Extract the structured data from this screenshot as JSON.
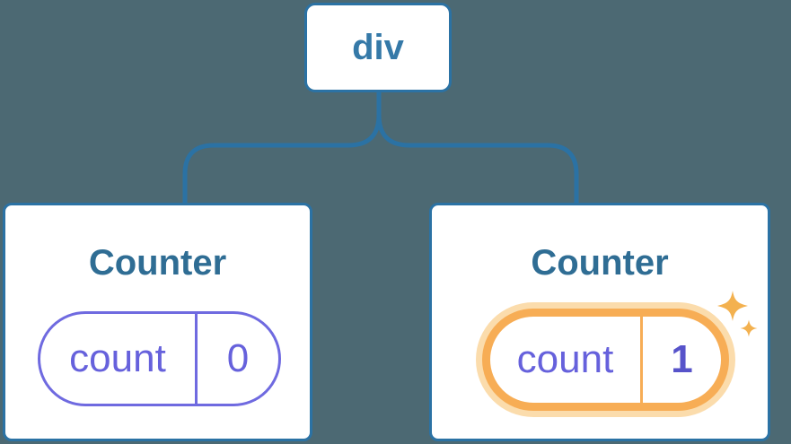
{
  "diagram": {
    "type": "component-tree",
    "root_node": {
      "label": "div"
    },
    "children": [
      {
        "title": "Counter",
        "state_key": "count",
        "state_value": "0",
        "highlighted": false
      },
      {
        "title": "Counter",
        "state_key": "count",
        "state_value": "1",
        "highlighted": true,
        "badge_icon": "sparkles-icon"
      }
    ],
    "colors": {
      "background": "#4c6973",
      "node_fill": "#ffffff",
      "node_border": "#2b72a4",
      "connector": "#2b72a4",
      "root_label_text": "#3579a8",
      "card_title_text": "#2f6d94",
      "state_border_purple": "#6f6ae0",
      "state_text_purple": "#6661dc",
      "state_value_bold_purple": "#5753ca",
      "highlight_ring_orange": "#f7ad55",
      "highlight_glow_orange": "#fbdcac",
      "sparkle_orange": "#f3b14f"
    }
  }
}
